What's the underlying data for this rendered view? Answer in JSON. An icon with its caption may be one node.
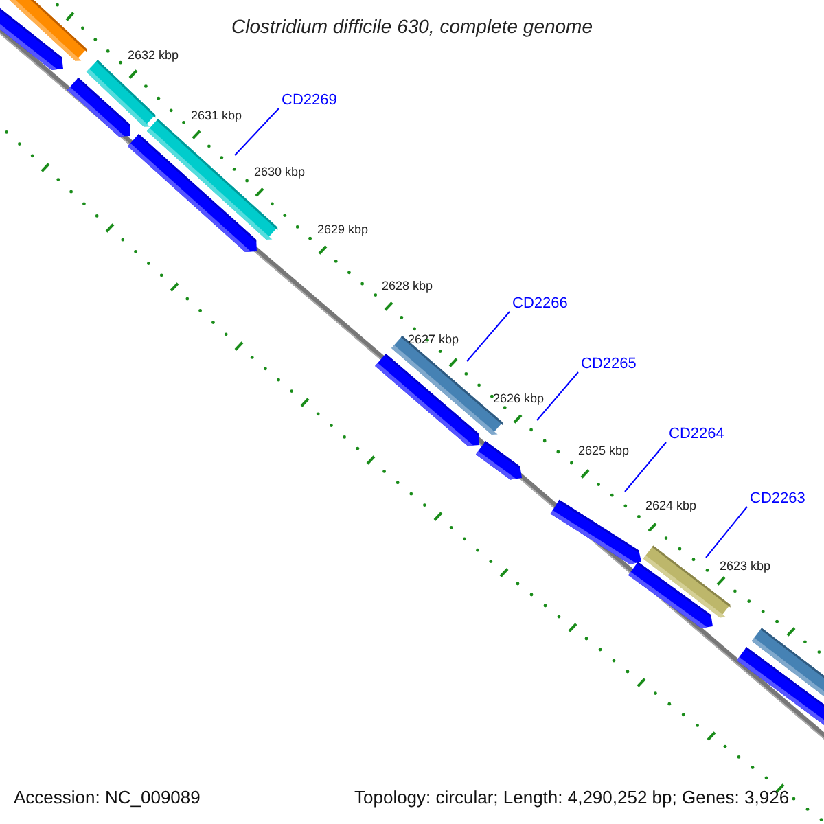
{
  "diagram": {
    "title": "Clostridium difficile 630, complete genome",
    "nodes": [
      {
        "text": [
          "CD2269"
        ]
      },
      {
        "text": [
          "CD2266"
        ]
      },
      {
        "text": [
          "CD2265"
        ]
      },
      {
        "text": [
          "CD2264"
        ]
      },
      {
        "text": [
          "CD2263"
        ]
      }
    ],
    "edges": [
      {
        "from": 0,
        "to": null,
        "arrow": "none"
      },
      {
        "from": 1,
        "to": null,
        "arrow": "none"
      },
      {
        "from": 2,
        "to": null,
        "arrow": "none"
      },
      {
        "from": 3,
        "to": null,
        "arrow": "none"
      },
      {
        "from": 4,
        "to": null,
        "arrow": "none"
      }
    ],
    "labels": [
      "2632 kbp",
      "2631 kbp",
      "2630 kbp",
      "2629 kbp",
      "2628 kbp",
      "2627 kbp",
      "2626 kbp",
      "2625 kbp",
      "2624 kbp",
      "2623 kbp",
      "Accession: NC_009089",
      "Topology: circular; Length: 4,290,252 bp; Genes: 3,926"
    ]
  }
}
